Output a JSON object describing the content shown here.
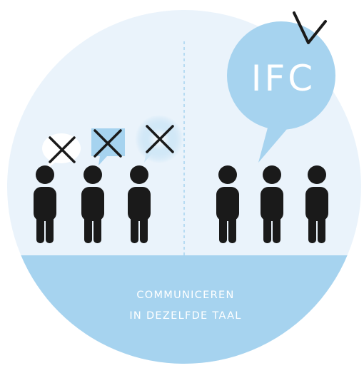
{
  "ifc_bubble": {
    "text": "IFC"
  },
  "caption": {
    "line1": "COMMUNICEREN",
    "line2": "IN DEZELFDE TAAL"
  },
  "icons": {
    "wrong": "cross-mark-icon",
    "right": "check-mark-icon",
    "person": "person-icon"
  },
  "colors": {
    "circle_bg": "#eaf3fb",
    "floor": "#a6d3ef",
    "bubble": "#a6d3ef",
    "figure": "#1a1a1a",
    "divider": "#a6d3ef"
  }
}
